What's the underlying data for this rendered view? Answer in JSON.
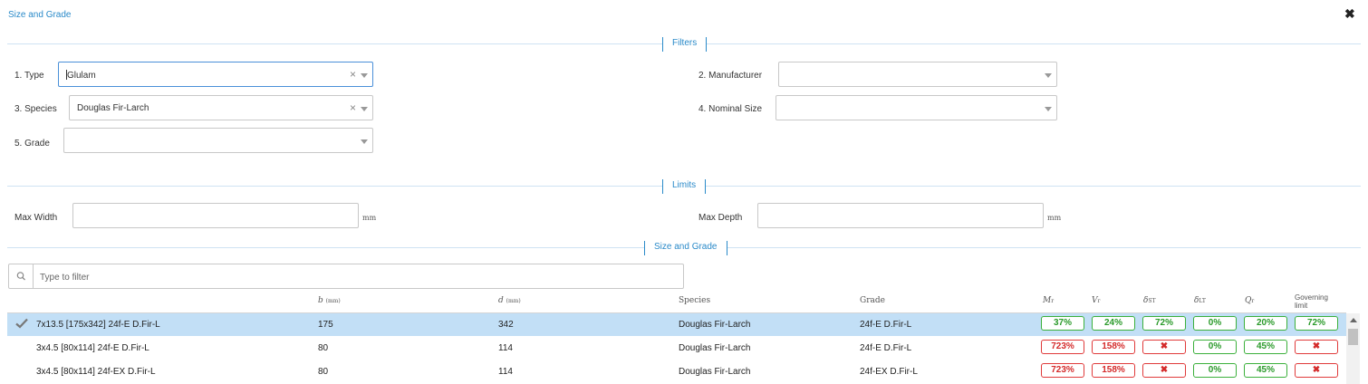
{
  "dialog": {
    "title": "Size and Grade",
    "close_symbol": "✖"
  },
  "filters": {
    "heading": "Filters",
    "type": {
      "label": "1. Type",
      "value": "Glulam"
    },
    "manufacturer": {
      "label": "2. Manufacturer",
      "value": ""
    },
    "species": {
      "label": "3. Species",
      "value": "Douglas Fir-Larch"
    },
    "nominal_size": {
      "label": "4. Nominal Size",
      "value": ""
    },
    "grade": {
      "label": "5. Grade",
      "value": ""
    },
    "clear_symbol": "×"
  },
  "limits": {
    "heading": "Limits",
    "max_width": {
      "label": "Max Width",
      "value": "",
      "unit": "mm"
    },
    "max_depth": {
      "label": "Max Depth",
      "value": "",
      "unit": "mm"
    }
  },
  "table": {
    "heading": "Size and Grade",
    "filter_placeholder": "Type to filter",
    "columns": {
      "b": "b",
      "b_unit": "(mm)",
      "d": "d",
      "d_unit": "(mm)",
      "species": "Species",
      "grade": "Grade",
      "mr": "M",
      "mr_sub": "r",
      "vr": "V",
      "vr_sub": "r",
      "dst": "δ",
      "dst_sub": "ST",
      "dlt": "δ",
      "dlt_sub": "LT",
      "qr": "Q",
      "qr_sub": "r",
      "gov_line1": "Governing",
      "gov_line2": "limit"
    },
    "rows": [
      {
        "name": "7x13.5 [175x342] 24f-E D.Fir-L",
        "b": "175",
        "d": "342",
        "species": "Douglas Fir-Larch",
        "grade": "24f-E D.Fir-L",
        "mr": "37%",
        "mr_status": "ok",
        "vr": "24%",
        "vr_status": "ok",
        "dst": "72%",
        "dst_status": "ok",
        "dlt": "0%",
        "dlt_status": "ok",
        "qr": "20%",
        "qr_status": "ok",
        "gov": "72%",
        "gov_status": "ok",
        "selected": true
      },
      {
        "name": "3x4.5 [80x114] 24f-E D.Fir-L",
        "b": "80",
        "d": "114",
        "species": "Douglas Fir-Larch",
        "grade": "24f-E D.Fir-L",
        "mr": "723%",
        "mr_status": "bad",
        "vr": "158%",
        "vr_status": "bad",
        "dst": "✖",
        "dst_status": "bad",
        "dlt": "0%",
        "dlt_status": "ok",
        "qr": "45%",
        "qr_status": "ok",
        "gov": "✖",
        "gov_status": "bad",
        "selected": false
      },
      {
        "name": "3x4.5 [80x114] 24f-EX D.Fir-L",
        "b": "80",
        "d": "114",
        "species": "Douglas Fir-Larch",
        "grade": "24f-EX D.Fir-L",
        "mr": "723%",
        "mr_status": "bad",
        "vr": "158%",
        "vr_status": "bad",
        "dst": "✖",
        "dst_status": "bad",
        "dlt": "0%",
        "dlt_status": "ok",
        "qr": "45%",
        "qr_status": "ok",
        "gov": "✖",
        "gov_status": "bad",
        "selected": false
      }
    ]
  },
  "colors": {
    "accent": "#2a8ac9",
    "selected_row": "#c2dff6",
    "ok": "#3bb03b",
    "bad": "#e03a3a"
  }
}
